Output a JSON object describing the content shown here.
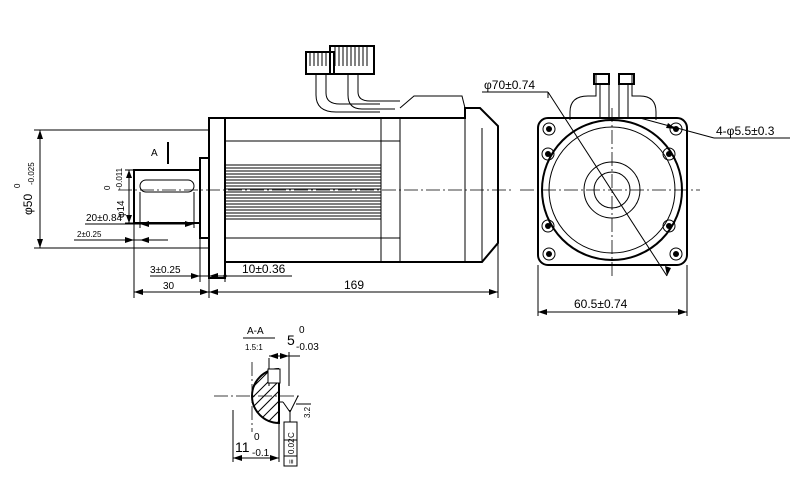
{
  "side_view": {
    "shaft_diameter": "φ14",
    "shaft_diameter_tol_upper": "0",
    "shaft_diameter_tol_lower": "-0.011",
    "pilot_diameter": "φ50",
    "pilot_tol_upper": "0",
    "pilot_tol_lower": "-0.025",
    "key_length": "20±0.84",
    "key_offset": "2±0.25",
    "shoulder_step": "3±0.25",
    "flange_thickness": "10±0.36",
    "shaft_length": "30",
    "body_length": "169",
    "section_marker": "A"
  },
  "front_view": {
    "pcd": "φ70±0.74",
    "mount_holes": "4-φ5.5±0.3",
    "flange_width": "60.5±0.74"
  },
  "section_view": {
    "title": "A-A",
    "scale": "1.5:1",
    "key_width": "5",
    "key_width_tol_upper": "0",
    "key_width_tol_lower": "-0.03",
    "key_depth": "11",
    "key_depth_tol_upper": "0",
    "key_depth_tol_lower": "-0.1",
    "roughness": "3.2",
    "symmetry_tolerance": "0.02",
    "datum": "C"
  }
}
